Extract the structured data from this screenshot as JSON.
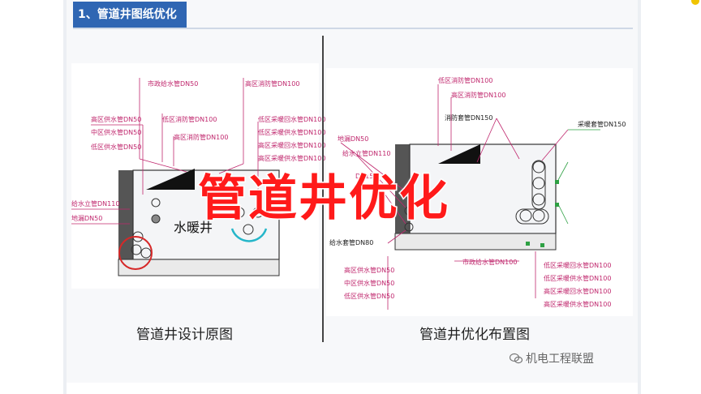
{
  "header": {
    "title": "1、管道井图纸优化"
  },
  "overlay": {
    "title": "管道井优化"
  },
  "left_panel": {
    "caption": "管道井设计原图",
    "room_label": "水暖井",
    "labels": {
      "top_a": "市政给水管DN50",
      "top_b": "高区消防管DN100",
      "left_1": "高区供水管DN50",
      "left_2": "中区供水管DN50",
      "left_3": "低区供水管DN50",
      "mid_1": "低区消防管DN100",
      "mid_2": "高区消防管DN100",
      "right_1": "低区采暖回水管DN100",
      "right_2": "低区采暖供水管DN100",
      "right_3": "高区采暖回水管DN100",
      "right_4": "高区采暖供水管DN100",
      "bottom_1": "给水立管DN110",
      "bottom_2": "地漏DN50"
    }
  },
  "right_panel": {
    "caption": "管道井优化布置图",
    "labels": {
      "top_1": "低区消防管DN100",
      "top_2": "高区消防管DN100",
      "top_3": "消防套管DN150",
      "top_4": "采暖套管DN150",
      "left_1": "地漏DN50",
      "left_2": "给水立管DN110",
      "left_3": "DN150",
      "left_4": "给水套管DN80",
      "bottom_1": "市政给水管DN100",
      "bottom_2": "高区供水管DN50",
      "bottom_3": "中区供水管DN50",
      "bottom_4": "低区供水管DN50",
      "br_1": "低区采暖回水管DN100",
      "br_2": "低区采暖供水管DN100",
      "br_3": "高区采暖回水管DN100",
      "br_4": "高区采暖供水管DN100"
    }
  },
  "watermark": {
    "text": "机电工程联盟"
  },
  "colors": {
    "header_bg": "#2f66b3",
    "overlay": "#ff1a1a",
    "label": "#c0286e",
    "highlight_red": "#d62828",
    "highlight_cyan": "#25b6c9"
  }
}
